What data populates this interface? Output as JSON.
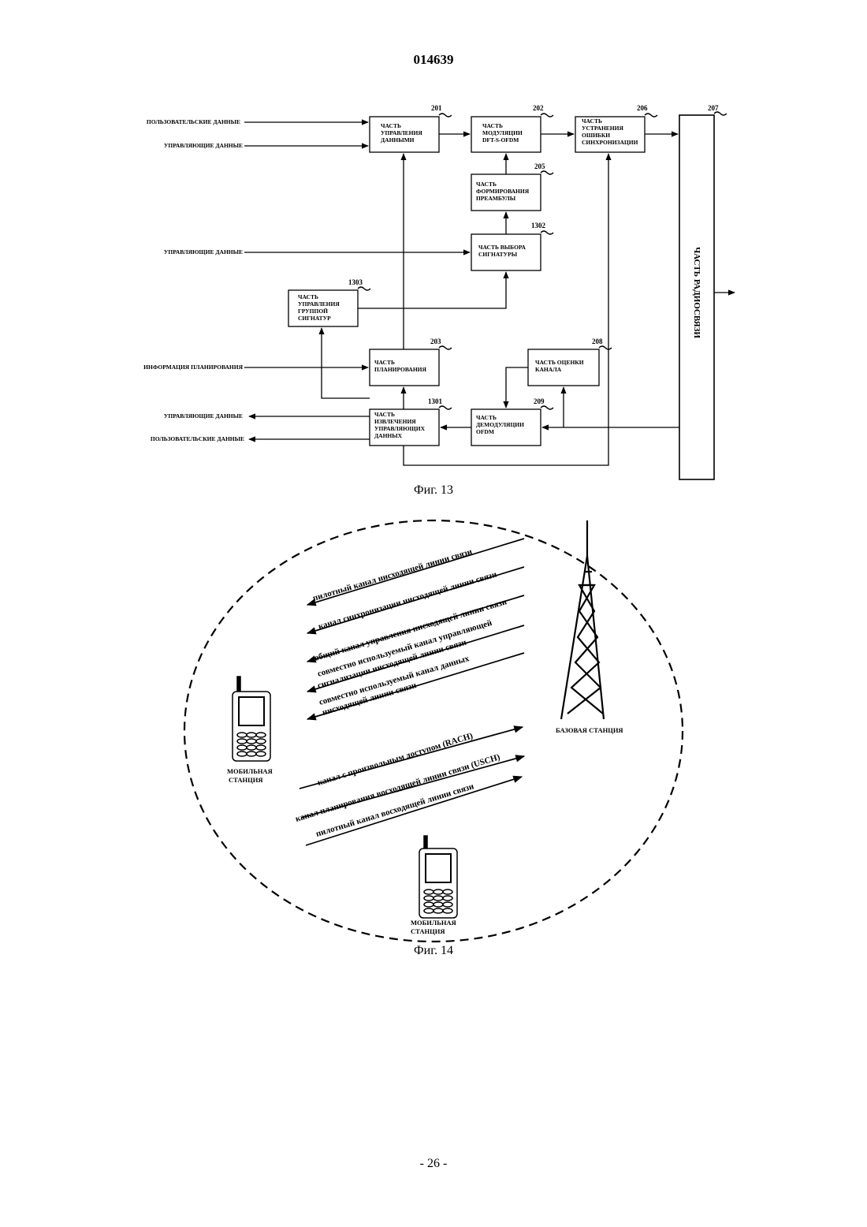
{
  "header": {
    "doc_number": "014639"
  },
  "fig13": {
    "caption": "Фиг. 13",
    "inputs": {
      "user_data_in": "ПОЛЬЗОВАТЕЛЬСКИЕ ДАННЫЕ",
      "control_data_in_1": "УПРАВЛЯЮЩИЕ ДАННЫЕ",
      "control_data_in_2": "УПРАВЛЯЮЩИЕ ДАННЫЕ",
      "scheduling_info_in": "ИНФОРМАЦИЯ ПЛАНИРОВАНИЯ",
      "control_data_out": "УПРАВЛЯЮЩИЕ ДАННЫЕ",
      "user_data_out": "ПОЛЬЗОВАТЕЛЬСКИЕ ДАННЫЕ"
    },
    "blocks": {
      "b201": {
        "ref": "201",
        "lines": [
          "ЧАСТЬ",
          "УПРАВЛЕНИЯ",
          "ДАННЫМИ"
        ]
      },
      "b202": {
        "ref": "202",
        "lines": [
          "ЧАСТЬ",
          "МОДУЛЯЦИИ",
          "DFT-S-OFDM"
        ]
      },
      "b206": {
        "ref": "206",
        "lines": [
          "ЧАСТЬ",
          "УСТРАНЕНИЯ",
          "ОШИБКИ",
          "СИНХРОНИЗАЦИИ"
        ]
      },
      "b207": {
        "ref": "207",
        "label": "ЧАСТЬ РАДИОСВЯЗИ"
      },
      "b205": {
        "ref": "205",
        "lines": [
          "ЧАСТЬ",
          "ФОРМИРОВАНИЯ",
          "ПРЕАМБУЛЫ"
        ]
      },
      "b1302": {
        "ref": "1302",
        "lines": [
          "ЧАСТЬ ВЫБОРА",
          "СИГНАТУРЫ"
        ]
      },
      "b1303": {
        "ref": "1303",
        "lines": [
          "ЧАСТЬ",
          "УПРАВЛЕНИЯ",
          "ГРУППОЙ",
          "СИГНАТУР"
        ]
      },
      "b203": {
        "ref": "203",
        "lines": [
          "ЧАСТЬ",
          "ПЛАНИРОВАНИЯ"
        ]
      },
      "b208": {
        "ref": "208",
        "lines": [
          "ЧАСТЬ ОЦЕНКИ",
          "КАНАЛА"
        ]
      },
      "b209": {
        "ref": "209",
        "lines": [
          "ЧАСТЬ",
          "ДЕМОДУЛЯЦИИ",
          "OFDM"
        ]
      },
      "b1301": {
        "ref": "1301",
        "lines": [
          "ЧАСТЬ",
          "ИЗВЛЕЧЕНИЯ",
          "УПРАВЛЯЮЩИХ",
          "ДАННЫХ"
        ]
      }
    }
  },
  "fig14": {
    "caption": "Фиг. 14",
    "base_station": "БАЗОВАЯ СТАНЦИЯ",
    "mobile_station_1": [
      "МОБИЛЬНАЯ",
      "СТАНЦИЯ"
    ],
    "mobile_station_2": [
      "МОБИЛЬНАЯ",
      "СТАНЦИЯ"
    ],
    "downlink_channels": [
      "пилотный канал нисходящей линии связи",
      "канал синхронизации нисходящей линии связи",
      "общий канал управления нисходящей линии связи",
      "совместно используемый канал управляющей",
      "сигнализации нисходящей линии связи",
      "совместно используемый канал данных",
      "нисходящей линии связи"
    ],
    "uplink_channels": [
      "канал с произвольным доступом (RACH)",
      "канал планирования восходящей линии связи (USCH)",
      "пилотный канал восходящей линии связи"
    ]
  },
  "footer": {
    "page_number": "- 26 -"
  }
}
